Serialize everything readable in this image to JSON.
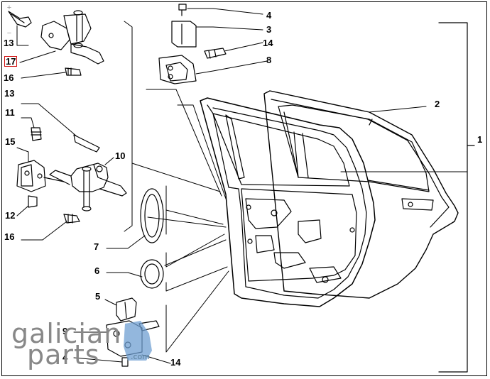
{
  "labels": {
    "l4a": "4",
    "l3": "3",
    "l14a": "14",
    "l8": "8",
    "l2": "2",
    "l1": "1",
    "l13a": "13",
    "l17": "17",
    "l16a": "16",
    "l13b": "13",
    "l11": "11",
    "l15": "15",
    "l10": "10",
    "l12": "12",
    "l16b": "16",
    "l7": "7",
    "l6": "6",
    "l5": "5",
    "l9": "9",
    "l4b": "4",
    "l14b": "14"
  },
  "zoom": {
    "in": "+",
    "out": "−"
  },
  "watermark": {
    "line1": "galician",
    "line2": "parts",
    "domain": ".com"
  },
  "colors": {
    "line": "#000000",
    "highlight": "#d01010",
    "watermark_blue": "#6f9fd2"
  }
}
